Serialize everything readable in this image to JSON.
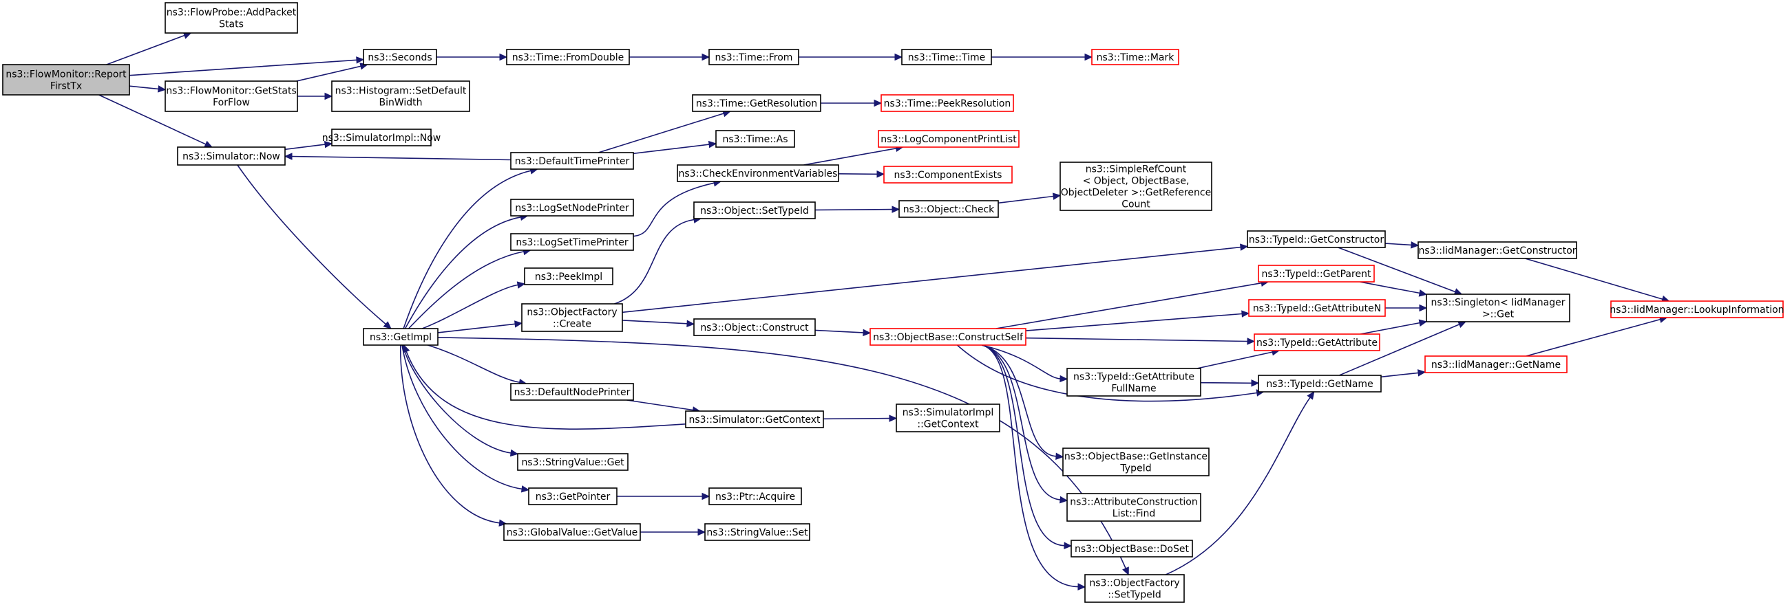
{
  "nodes": [
    {
      "id": "report",
      "lines": [
        "ns3::FlowMonitor::Report",
        "FirstTx"
      ],
      "style": "root"
    },
    {
      "id": "addpacket",
      "lines": [
        "ns3::FlowProbe::AddPacket",
        "Stats"
      ],
      "style": "normal"
    },
    {
      "id": "seconds",
      "lines": [
        "ns3::Seconds"
      ],
      "style": "normal"
    },
    {
      "id": "getstats",
      "lines": [
        "ns3::FlowMonitor::GetStats",
        "ForFlow"
      ],
      "style": "normal"
    },
    {
      "id": "histogram",
      "lines": [
        "ns3::Histogram::SetDefault",
        "BinWidth"
      ],
      "style": "normal"
    },
    {
      "id": "now",
      "lines": [
        "ns3::Simulator::Now"
      ],
      "style": "normal"
    },
    {
      "id": "fromdouble",
      "lines": [
        "ns3::Time::FromDouble"
      ],
      "style": "normal"
    },
    {
      "id": "from",
      "lines": [
        "ns3::Time::From"
      ],
      "style": "normal"
    },
    {
      "id": "timetime",
      "lines": [
        "ns3::Time::Time"
      ],
      "style": "normal"
    },
    {
      "id": "mark",
      "lines": [
        "ns3::Time::Mark"
      ],
      "style": "red"
    },
    {
      "id": "simimplnow",
      "lines": [
        "ns3::SimulatorImpl::Now"
      ],
      "style": "normal"
    },
    {
      "id": "getresolution",
      "lines": [
        "ns3::Time::GetResolution"
      ],
      "style": "normal"
    },
    {
      "id": "peekresolution",
      "lines": [
        "ns3::Time::PeekResolution"
      ],
      "style": "red"
    },
    {
      "id": "defaulttimeprinter",
      "lines": [
        "ns3::DefaultTimePrinter"
      ],
      "style": "normal"
    },
    {
      "id": "timeas",
      "lines": [
        "ns3::Time::As"
      ],
      "style": "normal"
    },
    {
      "id": "logcomponentprintlist",
      "lines": [
        "ns3::LogComponentPrintList"
      ],
      "style": "red"
    },
    {
      "id": "checkenv",
      "lines": [
        "ns3::CheckEnvironmentVariables"
      ],
      "style": "normal"
    },
    {
      "id": "componentexists",
      "lines": [
        "ns3::ComponentExists"
      ],
      "style": "red"
    },
    {
      "id": "simplerefcount",
      "lines": [
        "ns3::SimpleRefCount",
        "< Object, ObjectBase,",
        "ObjectDeleter >::GetReference",
        "Count"
      ],
      "style": "normal"
    },
    {
      "id": "logsetnodeprinter",
      "lines": [
        "ns3::LogSetNodePrinter"
      ],
      "style": "normal"
    },
    {
      "id": "objectsettypeid",
      "lines": [
        "ns3::Object::SetTypeId"
      ],
      "style": "normal"
    },
    {
      "id": "objectcheck",
      "lines": [
        "ns3::Object::Check"
      ],
      "style": "normal"
    },
    {
      "id": "logsettimeprinter",
      "lines": [
        "ns3::LogSetTimePrinter"
      ],
      "style": "normal"
    },
    {
      "id": "getconstructor",
      "lines": [
        "ns3::TypeId::GetConstructor"
      ],
      "style": "normal"
    },
    {
      "id": "iidgetconstructor",
      "lines": [
        "ns3::IidManager::GetConstructor"
      ],
      "style": "normal"
    },
    {
      "id": "peekimpl",
      "lines": [
        "ns3::PeekImpl"
      ],
      "style": "normal"
    },
    {
      "id": "getparent",
      "lines": [
        "ns3::TypeId::GetParent"
      ],
      "style": "red"
    },
    {
      "id": "singletonget",
      "lines": [
        "ns3::Singleton< IidManager",
        ">::Get"
      ],
      "style": "normal"
    },
    {
      "id": "lookupinformation",
      "lines": [
        "ns3::IidManager::LookupInformation"
      ],
      "style": "red"
    },
    {
      "id": "getattributen",
      "lines": [
        "ns3::TypeId::GetAttributeN"
      ],
      "style": "red"
    },
    {
      "id": "objectfactorycreate",
      "lines": [
        "ns3::ObjectFactory",
        "::Create"
      ],
      "style": "normal"
    },
    {
      "id": "objectconstruct",
      "lines": [
        "ns3::Object::Construct"
      ],
      "style": "normal"
    },
    {
      "id": "getimpl",
      "lines": [
        "ns3::GetImpl"
      ],
      "style": "normal"
    },
    {
      "id": "constructself",
      "lines": [
        "ns3::ObjectBase::ConstructSelf"
      ],
      "style": "red"
    },
    {
      "id": "getattribute",
      "lines": [
        "ns3::TypeId::GetAttribute"
      ],
      "style": "red"
    },
    {
      "id": "iidgetname",
      "lines": [
        "ns3::IidManager::GetName"
      ],
      "style": "red"
    },
    {
      "id": "getattributefullname",
      "lines": [
        "ns3::TypeId::GetAttribute",
        "FullName"
      ],
      "style": "normal"
    },
    {
      "id": "typeidgetname",
      "lines": [
        "ns3::TypeId::GetName"
      ],
      "style": "normal"
    },
    {
      "id": "defaultnodeprinter",
      "lines": [
        "ns3::DefaultNodePrinter"
      ],
      "style": "normal"
    },
    {
      "id": "getcontext",
      "lines": [
        "ns3::Simulator::GetContext"
      ],
      "style": "normal"
    },
    {
      "id": "simimplgetcontext",
      "lines": [
        "ns3::SimulatorImpl",
        "::GetContext"
      ],
      "style": "normal"
    },
    {
      "id": "getinstancetypeid",
      "lines": [
        "ns3::ObjectBase::GetInstance",
        "TypeId"
      ],
      "style": "normal"
    },
    {
      "id": "stringvalueget",
      "lines": [
        "ns3::StringValue::Get"
      ],
      "style": "normal"
    },
    {
      "id": "getpointer",
      "lines": [
        "ns3::GetPointer"
      ],
      "style": "normal"
    },
    {
      "id": "ptracquire",
      "lines": [
        "ns3::Ptr::Acquire"
      ],
      "style": "normal"
    },
    {
      "id": "attrconstructionfind",
      "lines": [
        "ns3::AttributeConstruction",
        "List::Find"
      ],
      "style": "normal"
    },
    {
      "id": "globalvaluegetvalue",
      "lines": [
        "ns3::GlobalValue::GetValue"
      ],
      "style": "normal"
    },
    {
      "id": "stringvalueset",
      "lines": [
        "ns3::StringValue::Set"
      ],
      "style": "normal"
    },
    {
      "id": "objectbasedoset",
      "lines": [
        "ns3::ObjectBase::DoSet"
      ],
      "style": "normal"
    },
    {
      "id": "objectfactorysettypeid",
      "lines": [
        "ns3::ObjectFactory",
        "::SetTypeId"
      ],
      "style": "normal"
    }
  ],
  "edges": [
    [
      "report",
      "addpacket"
    ],
    [
      "report",
      "seconds"
    ],
    [
      "report",
      "getstats"
    ],
    [
      "report",
      "now"
    ],
    [
      "getstats",
      "seconds"
    ],
    [
      "getstats",
      "histogram"
    ],
    [
      "seconds",
      "fromdouble"
    ],
    [
      "fromdouble",
      "from"
    ],
    [
      "from",
      "timetime"
    ],
    [
      "timetime",
      "mark"
    ],
    [
      "now",
      "simimplnow"
    ],
    [
      "now",
      "getimpl"
    ],
    [
      "defaulttimeprinter",
      "now"
    ],
    [
      "defaulttimeprinter",
      "getresolution"
    ],
    [
      "defaulttimeprinter",
      "timeas"
    ],
    [
      "getresolution",
      "peekresolution"
    ],
    [
      "getimpl",
      "defaulttimeprinter"
    ],
    [
      "getimpl",
      "logsetnodeprinter"
    ],
    [
      "getimpl",
      "logsettimeprinter"
    ],
    [
      "getimpl",
      "peekimpl"
    ],
    [
      "getimpl",
      "objectfactorycreate"
    ],
    [
      "getimpl",
      "defaultnodeprinter"
    ],
    [
      "getimpl",
      "stringvalueget"
    ],
    [
      "getimpl",
      "getpointer"
    ],
    [
      "getimpl",
      "globalvaluegetvalue"
    ],
    [
      "getimpl",
      "objectfactorysettypeid"
    ],
    [
      "logsettimeprinter",
      "checkenv"
    ],
    [
      "checkenv",
      "logcomponentprintlist"
    ],
    [
      "checkenv",
      "componentexists"
    ],
    [
      "objectfactorycreate",
      "objectsettypeid"
    ],
    [
      "objectfactorycreate",
      "objectconstruct"
    ],
    [
      "objectfactorycreate",
      "getconstructor"
    ],
    [
      "objectsettypeid",
      "objectcheck"
    ],
    [
      "objectcheck",
      "simplerefcount"
    ],
    [
      "getconstructor",
      "iidgetconstructor"
    ],
    [
      "getconstructor",
      "singletonget"
    ],
    [
      "iidgetconstructor",
      "lookupinformation"
    ],
    [
      "objectconstruct",
      "constructself"
    ],
    [
      "constructself",
      "getparent"
    ],
    [
      "constructself",
      "getattributen"
    ],
    [
      "constructself",
      "getattribute"
    ],
    [
      "constructself",
      "getattributefullname"
    ],
    [
      "constructself",
      "typeidgetname"
    ],
    [
      "constructself",
      "getinstancetypeid"
    ],
    [
      "constructself",
      "attrconstructionfind"
    ],
    [
      "constructself",
      "objectbasedoset"
    ],
    [
      "constructself",
      "objectfactorysettypeid"
    ],
    [
      "getparent",
      "singletonget"
    ],
    [
      "getattributen",
      "singletonget"
    ],
    [
      "getattribute",
      "singletonget"
    ],
    [
      "getattributefullname",
      "getattribute"
    ],
    [
      "getattributefullname",
      "typeidgetname"
    ],
    [
      "typeidgetname",
      "singletonget"
    ],
    [
      "typeidgetname",
      "iidgetname"
    ],
    [
      "iidgetname",
      "lookupinformation"
    ],
    [
      "objectfactorysettypeid",
      "typeidgetname"
    ],
    [
      "defaultnodeprinter",
      "getcontext"
    ],
    [
      "getcontext",
      "getimpl"
    ],
    [
      "getcontext",
      "simimplgetcontext"
    ],
    [
      "getpointer",
      "ptracquire"
    ],
    [
      "globalvaluegetvalue",
      "stringvalueset"
    ]
  ]
}
